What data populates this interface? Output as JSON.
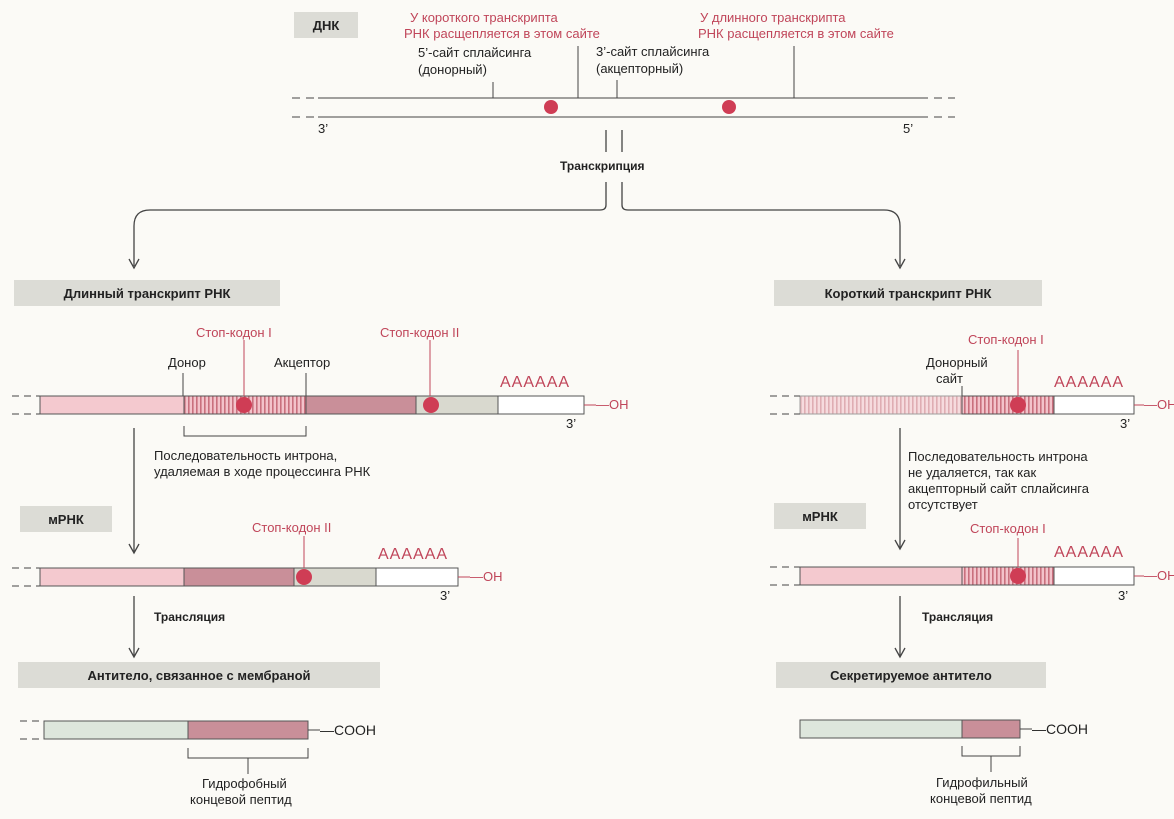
{
  "colors": {
    "pink": "#f4c9cf",
    "striped": "#e9a3ad",
    "mauve": "#c98f99",
    "gray": "#d9d9cf",
    "light_green": "#dde6dc",
    "red_dot": "#cf3d55",
    "label_bg": "#dcdcd6",
    "accent_text": "#c0465a"
  },
  "top": {
    "dna_label": "ДНК",
    "short_cleave_1": "У короткого транскрипта",
    "short_cleave_2": "РНК расщепляется в этом сайте",
    "long_cleave_1": "У длинного транскрипта",
    "long_cleave_2": "РНК расщепляется в этом сайте",
    "donor_1": "5’-сайт сплайсинга",
    "donor_2": "(донорный)",
    "acceptor_1": "3’-сайт сплайсинга",
    "acceptor_2": "(акцепторный)",
    "end_3": "3’",
    "end_5": "5’",
    "transcription": "Транскрипция"
  },
  "left": {
    "title": "Длинный транскрипт РНК",
    "stop1": "Стоп-кодон I",
    "stop2": "Стоп-кодон II",
    "donor": "Донор",
    "acceptor": "Акцептор",
    "polyA": "АААААА",
    "oh": "—OH",
    "end3": "3’",
    "intron_1": "Последовательность интрона,",
    "intron_2": "удаляемая в ходе процессинга РНК",
    "mrna": "мРНК",
    "stop2b": "Стоп-кодон II",
    "polyA2": "АААААА",
    "oh2": "—OH",
    "end3b": "3’",
    "translation": "Трансляция",
    "antibody": "Антитело, связанное с мембраной",
    "cooh": "—COOH",
    "peptide_1": "Гидрофобный",
    "peptide_2": "концевой пептид"
  },
  "right": {
    "title": "Короткий транскрипт РНК",
    "stop1": "Стоп-кодон I",
    "donor_1": "Донорный",
    "donor_2": "сайт",
    "polyA": "АААААА",
    "oh": "—OH",
    "end3": "3’",
    "intron_1": "Последовательность интрона",
    "intron_2": "не удаляется, так как",
    "intron_3": "акцепторный сайт сплайсинга",
    "intron_4": "отсутствует",
    "mrna": "мРНК",
    "stop1b": "Стоп-кодон I",
    "polyA2": "АААААА",
    "oh2": "—OH",
    "end3b": "3’",
    "translation": "Трансляция",
    "antibody": "Секретируемое антитело",
    "cooh": "—COOH",
    "peptide_1": "Гидрофильный",
    "peptide_2": "концевой пептид"
  }
}
